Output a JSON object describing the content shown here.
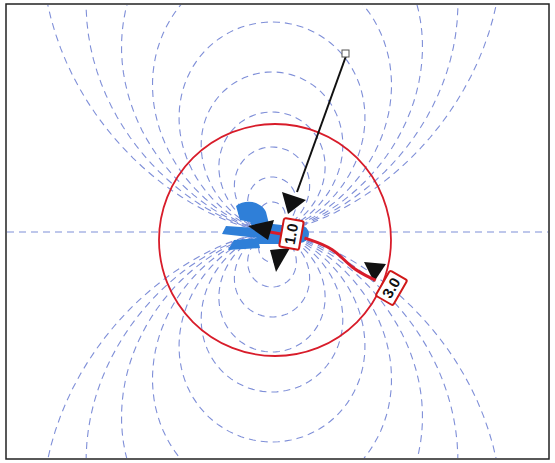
{
  "diagram": {
    "nodes": [
      {
        "text": [
          "1.0"
        ]
      },
      {
        "text": [
          "3.0"
        ]
      }
    ],
    "edges": [
      {
        "from": 0,
        "to": 1,
        "arrow": "none"
      }
    ]
  }
}
